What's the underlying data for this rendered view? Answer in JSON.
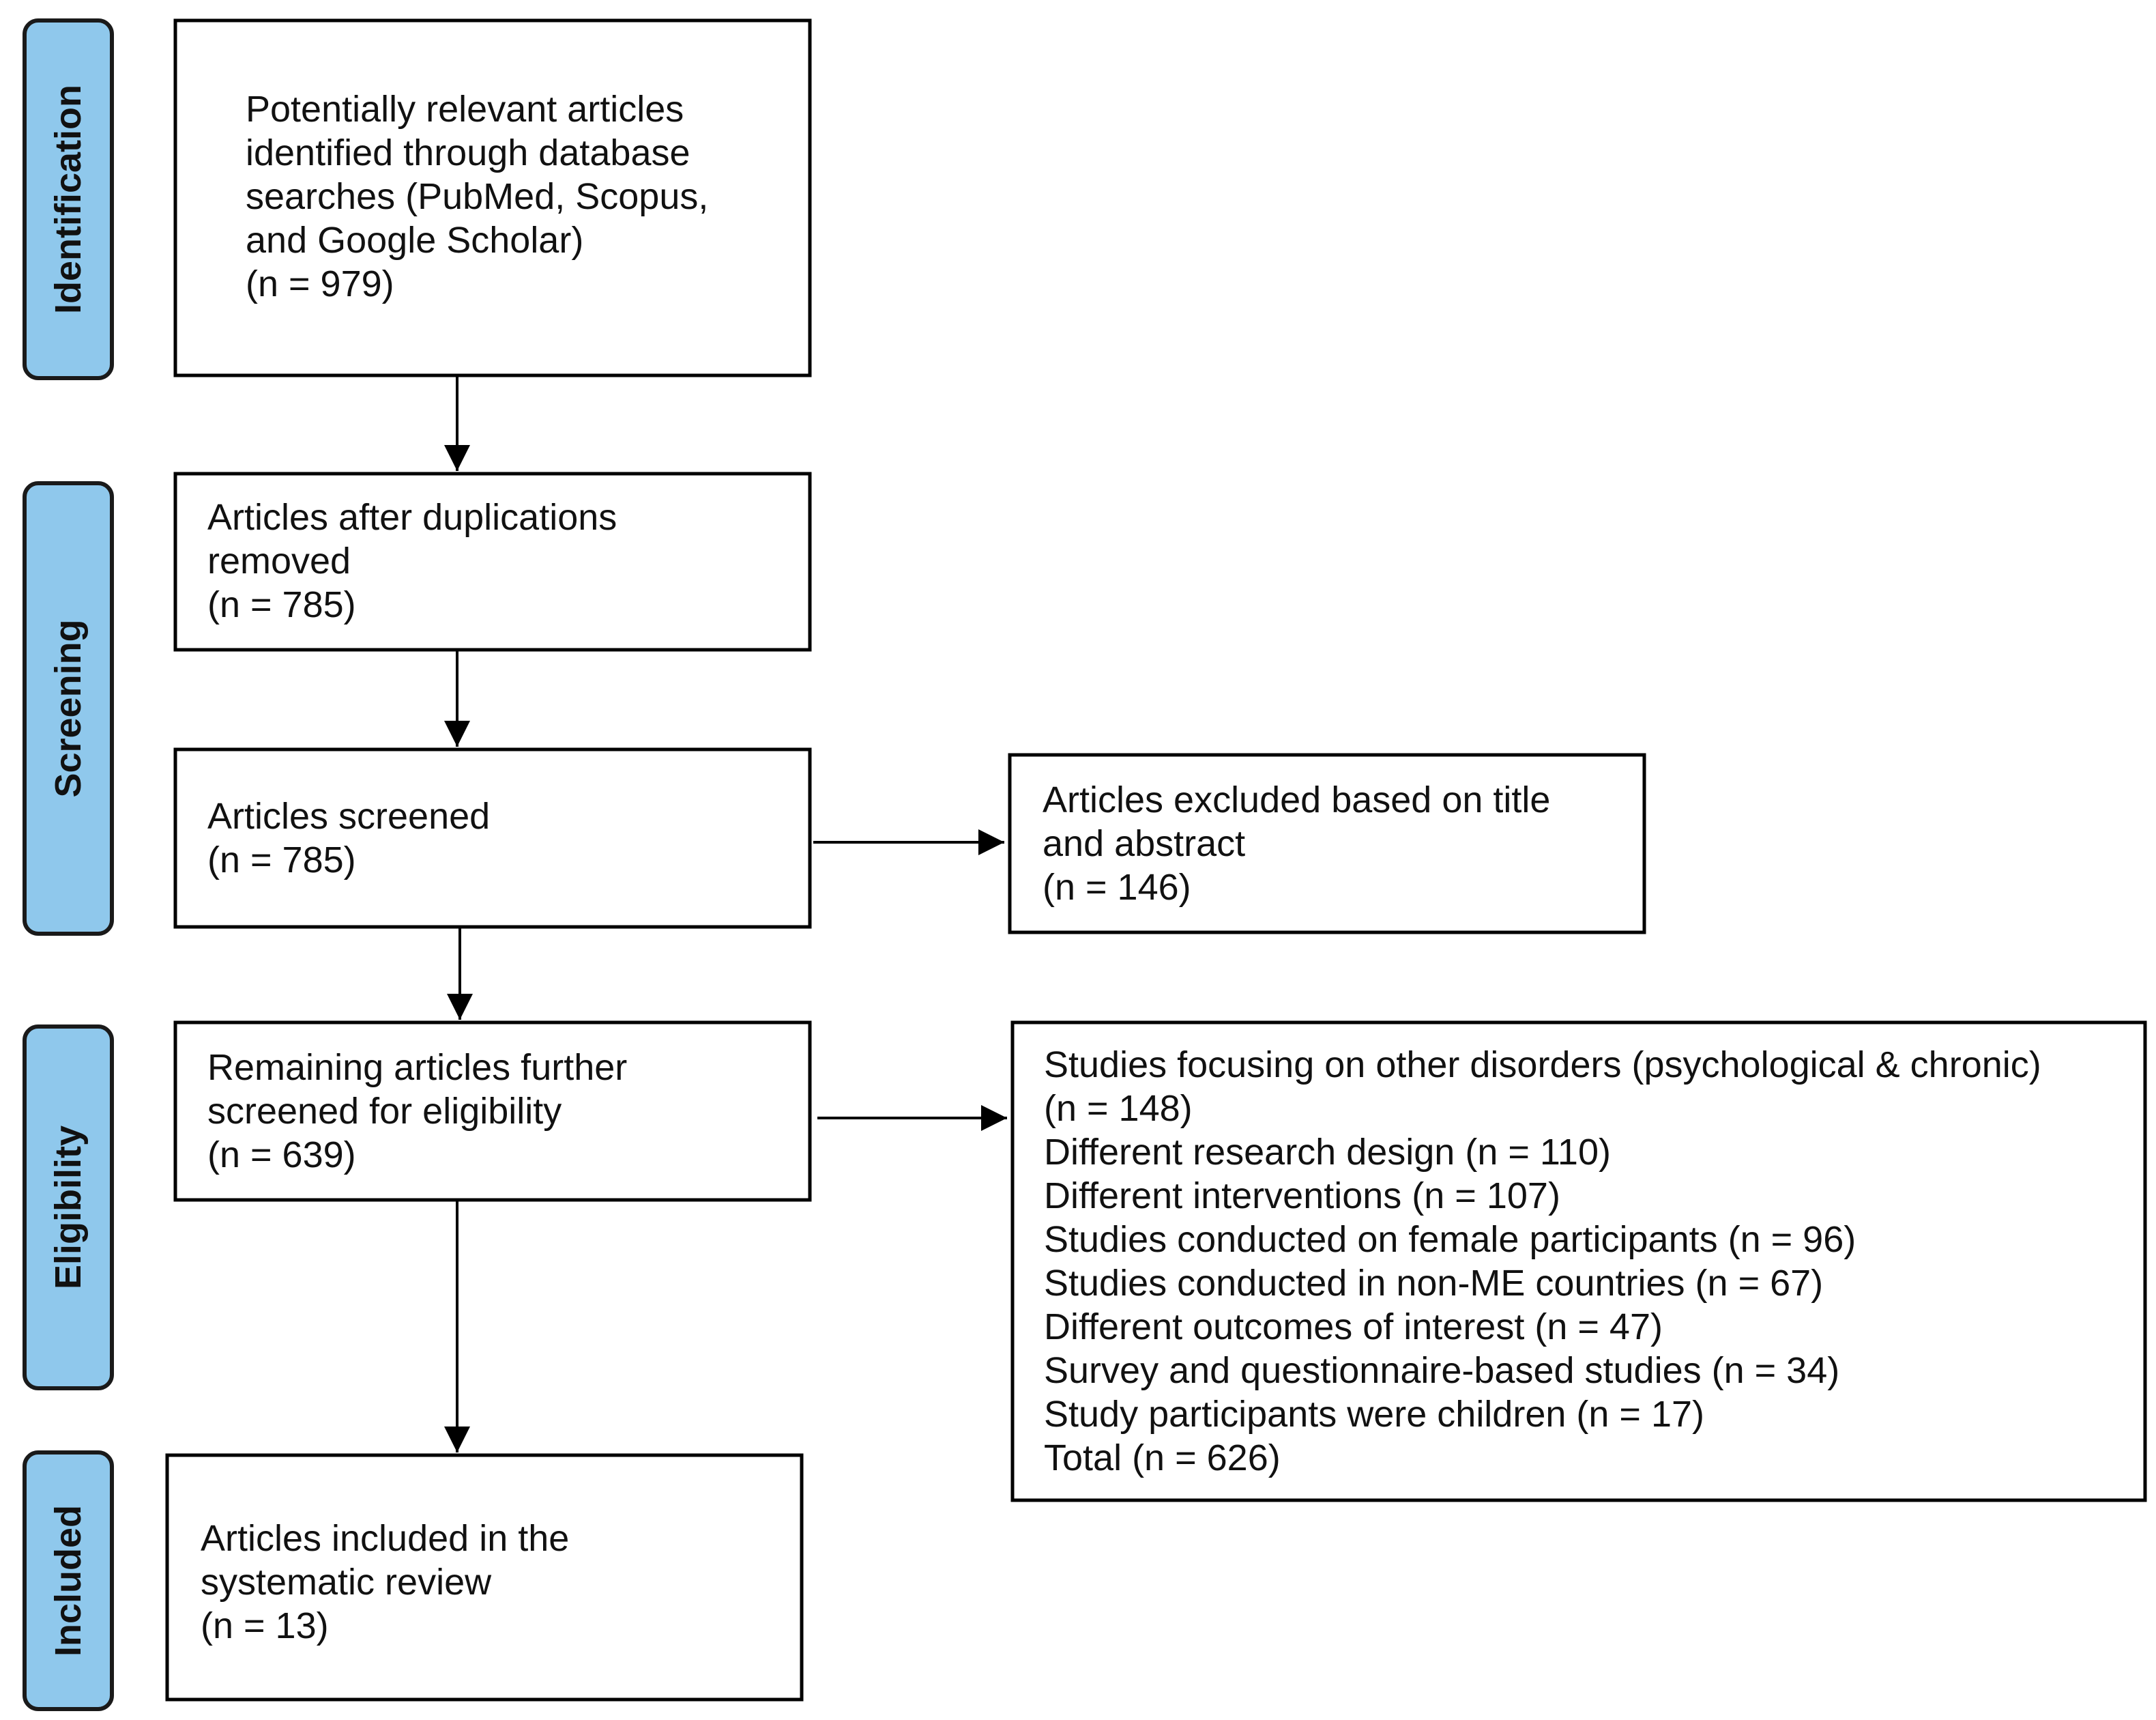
{
  "colors": {
    "phase_fill": "#8fc8ec",
    "phase_stroke": "#1a1a1a",
    "box_stroke": "#000000",
    "arrow": "#000000",
    "text": "#111111"
  },
  "phases": {
    "identification": "Identification",
    "screening": "Screening",
    "eligibility": "Eligibility",
    "included": "Included"
  },
  "boxes": {
    "identified": {
      "lines": [
        "Potentially relevant articles",
        "identified through database",
        "searches (PubMed, Scopus,",
        "and Google Scholar)",
        "(n = 979)"
      ]
    },
    "deduplicated": {
      "lines": [
        "Articles after duplications",
        "removed",
        "(n = 785)"
      ]
    },
    "screened": {
      "lines": [
        "Articles screened",
        "(n = 785)"
      ]
    },
    "excluded_title_abstract": {
      "lines": [
        "Articles excluded based on title",
        "and abstract",
        "(n = 146)"
      ]
    },
    "eligibility": {
      "lines": [
        "Remaining articles further",
        "screened for eligibility",
        "(n = 639)"
      ]
    },
    "excluded_eligibility": {
      "lines": [
        "Studies focusing on other disorders (psychological & chronic)",
        "(n = 148)",
        "Different research design (n = 110)",
        "Different interventions (n = 107)",
        "Studies conducted on female participants (n =  96)",
        "Studies conducted in non-ME countries (n = 67)",
        "Different outcomes of interest (n = 47)",
        "Survey and questionnaire-based studies (n = 34)",
        "Study participants were children (n = 17)",
        "Total (n = 626)"
      ]
    },
    "included": {
      "lines": [
        "Articles included in the",
        "systematic review",
        "(n = 13)"
      ]
    }
  }
}
